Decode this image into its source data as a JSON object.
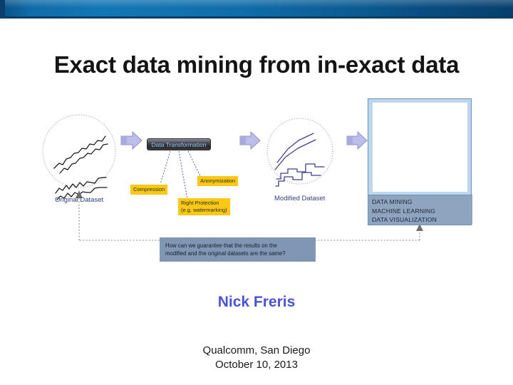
{
  "banner": {
    "name": "top-accent-bar",
    "color": "#0f6ca8"
  },
  "slide": {
    "title": "Exact data mining from in-exact data"
  },
  "diagram": {
    "original_dataset_label": "Original Dataset",
    "modified_dataset_label": "Modified Dataset",
    "transformation_box": "Data Transformation",
    "transformation_methods": [
      {
        "label": "Compression"
      },
      {
        "label": "Anonymization"
      },
      {
        "label": "Right Protection\n(e.g. watermarking)",
        "line1": "Right Protection",
        "line2": "(e.g. watermarking)"
      }
    ],
    "question": {
      "line1": "How can we guarantee that the results on the",
      "line2": "modified and the original datasets are the same?"
    },
    "analytics_panel": {
      "lines": [
        "DATA MINING",
        "MACHINE LEARNING",
        "DATA VISUALIZATION"
      ]
    },
    "colors": {
      "tag_yellow": "#fbc914",
      "panel_light_blue": "#bdd7ee",
      "panel_footer_blue": "#8fa5bf",
      "question_box_blue": "#8195b4",
      "arrow_lavender": "#bcbde8",
      "label_blue": "#2f3f86"
    }
  },
  "presenter": {
    "name": "Nick Freris",
    "venue": "Qualcomm, San Diego",
    "date": "October 10, 2013",
    "name_color": "#4a53d6"
  }
}
